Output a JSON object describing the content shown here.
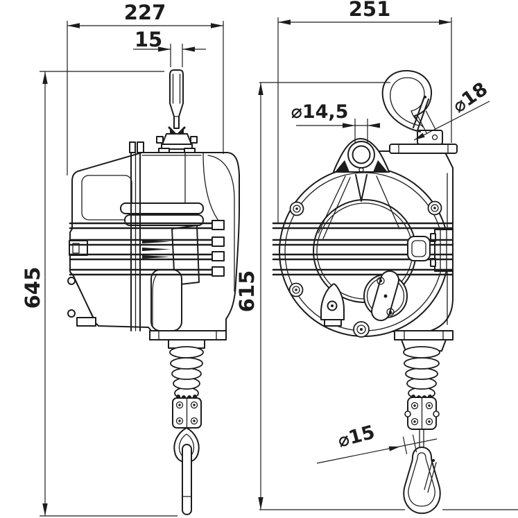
{
  "drawing": {
    "background_color": "#ffffff",
    "line_color": "#1c1c1c",
    "dimensions": {
      "side_view_width": "227",
      "hook_pin_width": "15",
      "front_view_width": "251",
      "side_view_height": "645",
      "front_view_height": "615",
      "eye_hole_diameter": "⌀14,5",
      "top_hook_bar_diameter": "⌀18",
      "cable_hook_diameter": "⌀15"
    }
  }
}
